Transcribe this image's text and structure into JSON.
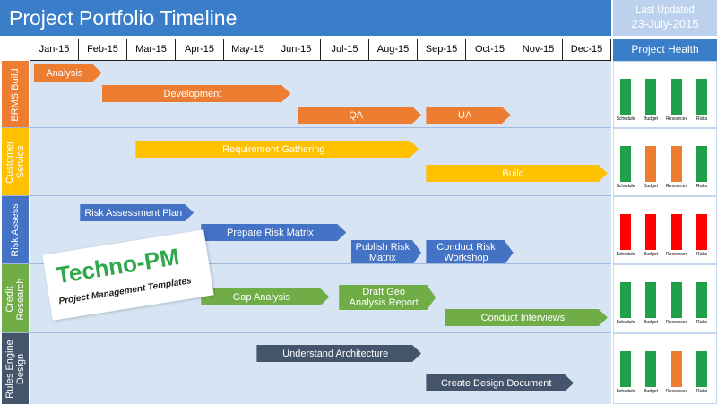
{
  "header": {
    "title": "Project Portfolio Timeline",
    "last_updated_label": "Last Updated",
    "last_updated_date": "23-July-2015",
    "health_title": "Project Health"
  },
  "months": [
    "Jan-15",
    "Feb-15",
    "Mar-15",
    "Apr-15",
    "May-15",
    "Jun-15",
    "Jul-15",
    "Aug-15",
    "Sep-15",
    "Oct-15",
    "Nov-15",
    "Dec-15"
  ],
  "health_labels": [
    "Schedule",
    "Budget",
    "Resources",
    "Risks"
  ],
  "colors": {
    "title_blue": "#3a7dc9",
    "lane_bg": "#d6e4f4",
    "green": "#21a04b",
    "orange": "#ed7d31",
    "red": "#ff0000",
    "brms": "#ed7d31",
    "customer": "#ffc000",
    "risk": "#4472c4",
    "credit": "#70ad47",
    "rules": "#44546a"
  },
  "lanes": [
    {
      "name": "BRMS Build",
      "color": "#ed7d31",
      "tasks": [
        {
          "label": "Analysis",
          "start": 0,
          "end": 1.4,
          "row": 0
        },
        {
          "label": "Development",
          "start": 1.4,
          "end": 5.3,
          "row": 1
        },
        {
          "label": "QA",
          "start": 5.45,
          "end": 8.0,
          "row": 2
        },
        {
          "label": "UA",
          "start": 8.1,
          "end": 9.85,
          "row": 2
        }
      ],
      "health": [
        "green",
        "green",
        "green",
        "green"
      ]
    },
    {
      "name": "Customer\nService",
      "color": "#ffc000",
      "tasks": [
        {
          "label": "Requirement Gathering",
          "start": 2.1,
          "end": 7.95,
          "row": 0
        },
        {
          "label": "Build",
          "start": 8.1,
          "end": 11.85,
          "row": 1
        }
      ],
      "health": [
        "green",
        "orange",
        "orange",
        "green"
      ]
    },
    {
      "name": "Risk Assess",
      "color": "#4472c4",
      "tasks": [
        {
          "label": "Risk Assessment Plan",
          "start": 0.95,
          "end": 3.3,
          "row": 0
        },
        {
          "label": "Prepare Risk Matrix",
          "start": 3.45,
          "end": 6.45,
          "row": 1
        },
        {
          "label": "Publish Risk\nMatrix",
          "start": 6.55,
          "end": 8.0,
          "row": 2
        },
        {
          "label": "Conduct Risk\nWorkshop",
          "start": 8.1,
          "end": 9.9,
          "row": 2
        }
      ],
      "health": [
        "red",
        "red",
        "red",
        "red"
      ]
    },
    {
      "name": "Credit\nResearch",
      "color": "#70ad47",
      "tasks": [
        {
          "label": "Gap Analysis",
          "start": 3.45,
          "end": 6.1,
          "row": 1
        },
        {
          "label": "Draft Geo\nAnalysis Report",
          "start": 6.3,
          "end": 8.3,
          "row": 1
        },
        {
          "label": "Conduct Interviews",
          "start": 8.5,
          "end": 11.85,
          "row": 2
        }
      ],
      "health": [
        "green",
        "green",
        "green",
        "green"
      ]
    },
    {
      "name": "Rules Engine\nDesign",
      "color": "#44546a",
      "tasks": [
        {
          "label": "Understand Architecture",
          "start": 4.6,
          "end": 8.0,
          "row": 0
        },
        {
          "label": "Create Design Document",
          "start": 8.1,
          "end": 11.15,
          "row": 1
        }
      ],
      "health": [
        "green",
        "green",
        "orange",
        "green"
      ]
    }
  ],
  "logo": {
    "main": "Techno-PM",
    "sub": "Project Management Templates"
  }
}
